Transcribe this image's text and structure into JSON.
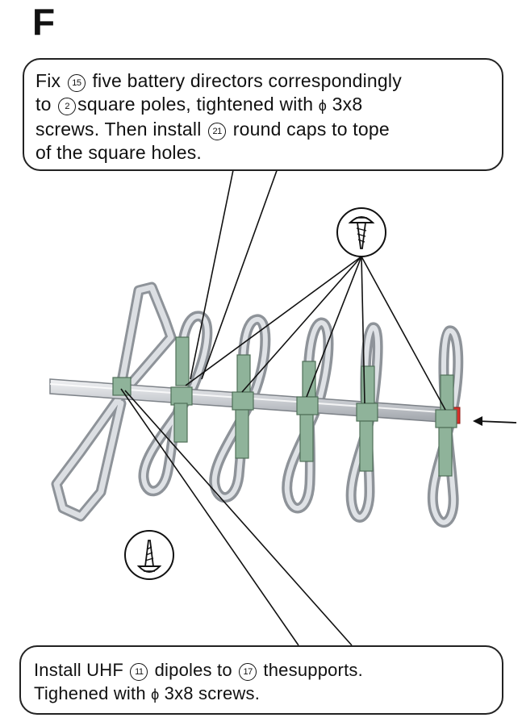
{
  "step": {
    "label": "F"
  },
  "top_callout": {
    "line1_a": "Fix ",
    "part_15": "15",
    "line1_b": " five battery directors correspondingly",
    "line2_a": "to ",
    "part_2": "2",
    "line2_b": "square poles, tightened with ",
    "line2_phi": "ϕ",
    "line2_c": " 3x8",
    "line3_a": "screws.  Then install  ",
    "part_21": "21",
    "line3_b": "  round caps to tope",
    "line4": "of the square holes."
  },
  "bottom_callout": {
    "line1_a": "Install UHF  ",
    "part_11": "11",
    "line1_b": " dipoles to ",
    "part_17": "17",
    "line1_c": " thesupports.",
    "line2_a": "Tighened with  ",
    "line2_phi": "ϕ",
    "line2_b": " 3x8  screws."
  },
  "colors": {
    "bracket": "#8fb39a",
    "aluminium": "#c7cbd0",
    "aluminium_dark": "#8e9399",
    "end_cap": "#d9302a",
    "ink": "#111111"
  },
  "icons": [
    "screw-icon-top",
    "screw-icon-bottom",
    "direction-arrow-icon"
  ]
}
